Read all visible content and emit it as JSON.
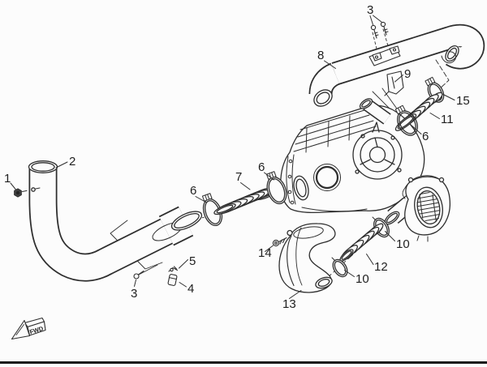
{
  "diagram": {
    "colors": {
      "background": "#fcfcfc",
      "line_art": "#2e2e2e",
      "label_text": "#1f1f1f",
      "bottom_rule": "#161616"
    },
    "callouts": {
      "n1": "1",
      "n2": "2",
      "n3_top": "3",
      "n3_bottom": "3",
      "n4": "4",
      "n5": "5",
      "n6_left": "6",
      "n6_mid": "6",
      "n6_right": "6",
      "n7": "7",
      "n8": "8",
      "n9": "9",
      "n10_upper": "10",
      "n10_lower": "10",
      "n11": "11",
      "n12": "12",
      "n13": "13",
      "n14": "14",
      "n15": "15"
    },
    "direction_marker": "FWD"
  }
}
